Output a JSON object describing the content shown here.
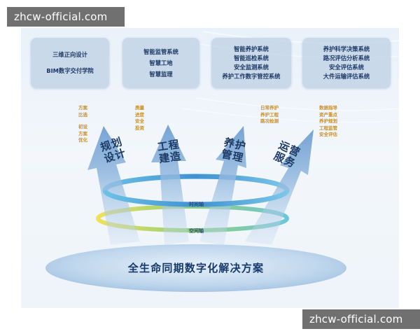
{
  "watermark": {
    "top_text": "zhcw-official.com",
    "bottom_text": "zhcw-official.com"
  },
  "cards": [
    {
      "lines": [
        "三维正向设计",
        "BIM数字交付学院"
      ]
    },
    {
      "lines": [
        "智能监管系统",
        "智慧工地",
        "智慧监理"
      ]
    },
    {
      "lines": [
        "智能养护系统",
        "智能巡检系统",
        "安全监测系统",
        "养护工作数字管控系统"
      ]
    },
    {
      "lines": [
        "养护科学决策系统",
        "路况评估分析系统",
        "安全评估系统",
        "大件运输评估系统"
      ]
    }
  ],
  "tags": {
    "planning_a": [
      "方案",
      "比选"
    ],
    "planning_b": [
      "初设",
      "方案",
      "优化"
    ],
    "construction": [
      "质量",
      "进度",
      "安全",
      "投资"
    ],
    "maintenance": [
      "日常养护",
      "养护工程",
      "路况检测"
    ],
    "operation": [
      "数据指导",
      "资产重点",
      "养护规划",
      "工程监管",
      "安全评估"
    ]
  },
  "arrows": [
    {
      "lines": [
        "规划",
        "设计"
      ]
    },
    {
      "lines": [
        "工程",
        "建造"
      ]
    },
    {
      "lines": [
        "养护",
        "管理"
      ]
    },
    {
      "lines": [
        "运营",
        "服务"
      ]
    }
  ],
  "rings": {
    "time_axis": "时间轴",
    "space_axis": "空间轴"
  },
  "base_title": "全生命同期数字化解决方案",
  "colors": {
    "card_text": "#1d3a66",
    "tag_text": "#c9902b",
    "time_ring": "#4aa3d8",
    "space_ring": "#e8d24a",
    "base": "#b9d3ea"
  }
}
